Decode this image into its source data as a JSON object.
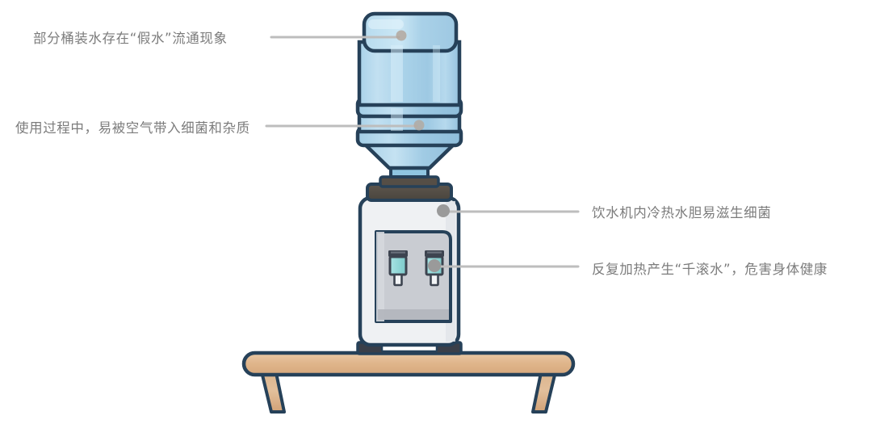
{
  "illustration": {
    "title": "water-dispenser-risk-diagram",
    "subject": "bottled water dispenser on a table",
    "background_color": "#ffffff"
  },
  "annotations": [
    {
      "id": "fake-water",
      "text": "部分桶装水存在“假水”流通现象",
      "side": "left",
      "target": "bottle-cap",
      "text_color": "#7c7c7c",
      "leader_color": "#b9b9b9",
      "dot_color": "#b3a79e"
    },
    {
      "id": "bacteria-in-air",
      "text": "使用过程中，易被空气带入细菌和杂质",
      "side": "left",
      "target": "bottle-body",
      "text_color": "#7c7c7c",
      "leader_color": "#b9b9b9",
      "dot_color": "#b3a79e"
    },
    {
      "id": "tank-germs",
      "text": "饮水机内冷热水胆易滋生细菌",
      "side": "right",
      "target": "dispenser-upper-body",
      "text_color": "#7c7c7c",
      "leader_color": "#b9b9b9",
      "dot_color": "#9a9a9a"
    },
    {
      "id": "repeated-boiling",
      "text": "反复加热产生“千滚水”，危害身体健康",
      "side": "right",
      "target": "right-tap",
      "text_color": "#7c7c7c",
      "leader_color": "#b9b9b9",
      "dot_color": "#9a9a9a"
    }
  ],
  "palette": {
    "outline_dark": "#264159",
    "bottle_fill": "#a6cfe6",
    "bottle_fill_light": "#bcdcef",
    "bottle_highlight": "#cfe8f5",
    "bottle_band": "#9cc9e2",
    "collar_dark": "#4c4740",
    "dispenser_body": "#eff1f3",
    "dispenser_panel": "#c9ccd2",
    "dispenser_panel_shadow": "#b5b9c0",
    "tap_teal": "#9fdede",
    "tap_teal_dark": "#7ecccc",
    "tap_top_dark": "#3d4450",
    "tap_stem": "#f2f4f6",
    "tray_white": "#ffffff",
    "base_dark": "#3a3f49",
    "table_top": "#dfb389",
    "table_top_light": "#e8c7a4",
    "table_leg": "#d9ae85"
  },
  "parts": [
    {
      "name": "water-bottle-cap",
      "label": "bottle cap"
    },
    {
      "name": "water-bottle-body",
      "label": "bottle body"
    },
    {
      "name": "water-bottle-cone",
      "label": "bottle cone"
    },
    {
      "name": "water-bottle-neck",
      "label": "bottle neck"
    },
    {
      "name": "dispenser-collar",
      "label": "dispenser collar"
    },
    {
      "name": "dispenser-body",
      "label": "dispenser body"
    },
    {
      "name": "dispenser-panel",
      "label": "dispenser recessed panel"
    },
    {
      "name": "tap-left",
      "label": "cold water tap"
    },
    {
      "name": "tap-right",
      "label": "hot water tap"
    },
    {
      "name": "drip-tray",
      "label": "drip tray"
    },
    {
      "name": "table",
      "label": "table"
    },
    {
      "name": "table-leg-left",
      "label": "left table leg"
    },
    {
      "name": "table-leg-right",
      "label": "right table leg"
    }
  ]
}
